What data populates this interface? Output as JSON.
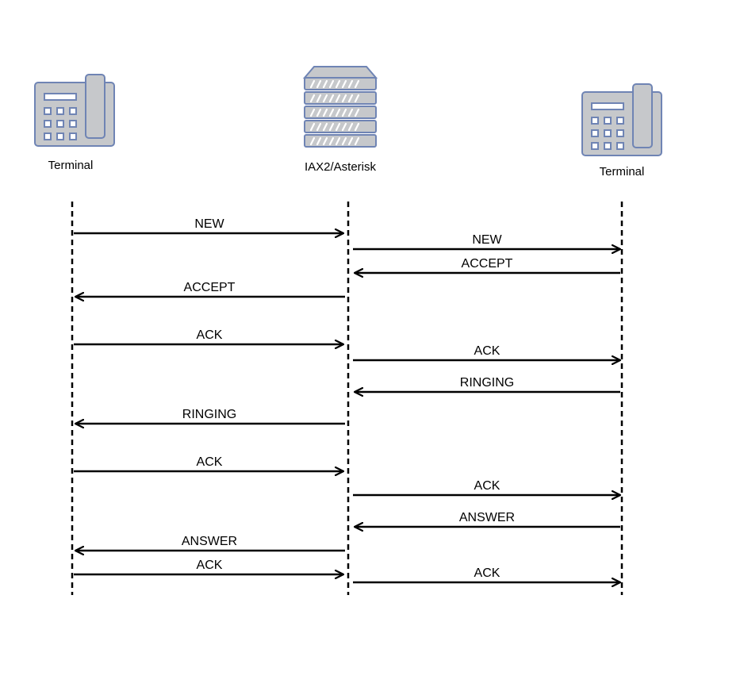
{
  "participants": [
    {
      "id": "left",
      "label": "Terminal",
      "icon": "phone-icon"
    },
    {
      "id": "center",
      "label": "IAX2/Asterisk",
      "icon": "server-icon"
    },
    {
      "id": "right",
      "label": "Terminal",
      "icon": "phone-icon"
    }
  ],
  "messages": [
    {
      "from": "left",
      "to": "center",
      "label": "NEW"
    },
    {
      "from": "center",
      "to": "right",
      "label": "NEW"
    },
    {
      "from": "right",
      "to": "center",
      "label": "ACCEPT"
    },
    {
      "from": "center",
      "to": "left",
      "label": "ACCEPT"
    },
    {
      "from": "left",
      "to": "center",
      "label": "ACK"
    },
    {
      "from": "center",
      "to": "right",
      "label": "ACK"
    },
    {
      "from": "right",
      "to": "center",
      "label": "RINGING"
    },
    {
      "from": "center",
      "to": "left",
      "label": "RINGING"
    },
    {
      "from": "left",
      "to": "center",
      "label": "ACK"
    },
    {
      "from": "center",
      "to": "right",
      "label": "ACK"
    },
    {
      "from": "right",
      "to": "center",
      "label": "ANSWER"
    },
    {
      "from": "center",
      "to": "left",
      "label": "ANSWER"
    },
    {
      "from": "left",
      "to": "center",
      "label": "ACK"
    },
    {
      "from": "center",
      "to": "right",
      "label": "ACK"
    }
  ],
  "colors": {
    "device_fill": "#c6c8cb",
    "device_stroke": "#6f84b4",
    "line": "#000000"
  }
}
